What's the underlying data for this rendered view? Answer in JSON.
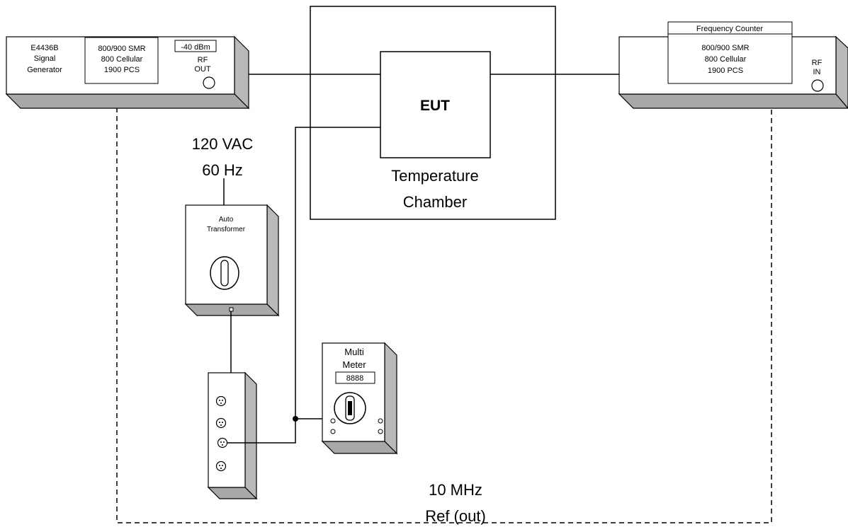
{
  "signal_generator": {
    "name_lines": [
      "E4436B",
      "Signal",
      "Generator"
    ],
    "bands": [
      "800/900 SMR",
      "800 Cellular",
      "1900 PCS"
    ],
    "level": "-40 dBm",
    "port_lines": [
      "RF",
      "OUT"
    ]
  },
  "eut": {
    "label": "EUT"
  },
  "chamber": {
    "label_lines": [
      "Temperature",
      "Chamber"
    ]
  },
  "frequency_counter": {
    "title": "Frequency Counter",
    "bands": [
      "800/900 SMR",
      "800 Cellular",
      "1900 PCS"
    ],
    "port_lines": [
      "RF",
      "IN"
    ]
  },
  "power_supply": {
    "label_lines": [
      "120 VAC",
      "60 Hz"
    ]
  },
  "auto_transformer": {
    "label_lines": [
      "Auto",
      "Transformer"
    ]
  },
  "multimeter": {
    "label_lines": [
      "Multi",
      "Meter"
    ],
    "display": "8888"
  },
  "reference": {
    "label_lines": [
      "10 MHz",
      "Ref (out)"
    ]
  }
}
